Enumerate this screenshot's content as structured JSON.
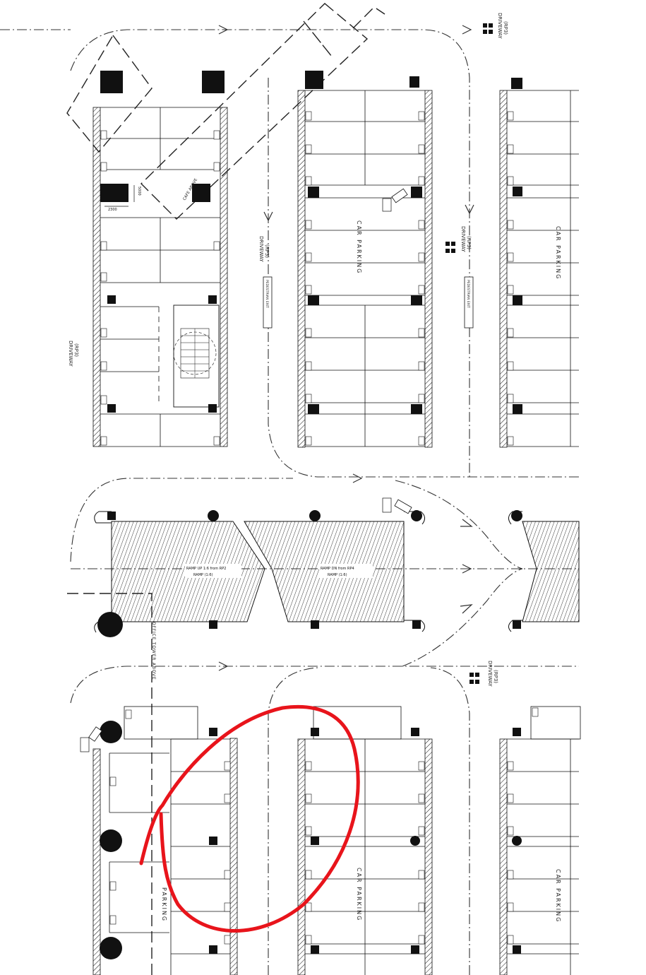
{
  "labels": {
    "car_parking": "CAR PARKING",
    "car_parking_lower": "CAR PARKING",
    "parking_left": "PARKING",
    "driveway": "DRIVEWAY",
    "rp3": "(RP3)",
    "dim_width": "2300",
    "dim_height": "5000",
    "cafe_above": "CAFE ABOVE",
    "office_tower_above": "OFFICE TOWER ABOVE",
    "ramp_a": "RAMP UP 1:6 from RP2",
    "ramp_a_sub": "RAMP (1:6)",
    "ramp_b": "RAMP DN from RP4",
    "ramp_b_sub": "RAMP (1:6)",
    "cctv": "CCTV",
    "sign_a": "PEDESTRIAN EXIT",
    "sign_b": "PEDESTRIAN EXIT"
  },
  "colors": {
    "ink": "#111111",
    "markup": "#e8141b"
  }
}
